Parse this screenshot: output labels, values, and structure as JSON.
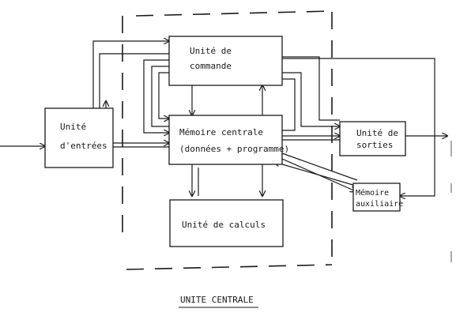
{
  "diagram": {
    "boxes": {
      "commande": {
        "line1": "Unité  de",
        "line2": "commande"
      },
      "entrees": {
        "line1": "Unité",
        "line2": "d'entrées"
      },
      "memoire": {
        "line1": "Mémoire centrale",
        "line2": "(données + programme)"
      },
      "sorties": {
        "line1": "Unité de",
        "line2": "sorties"
      },
      "auxiliaire": {
        "line1": "Mémoire",
        "line2": "auxiliaire"
      },
      "calculs": {
        "line1": "Unité de calculs"
      }
    },
    "caption": "UNITE  CENTRALE"
  }
}
